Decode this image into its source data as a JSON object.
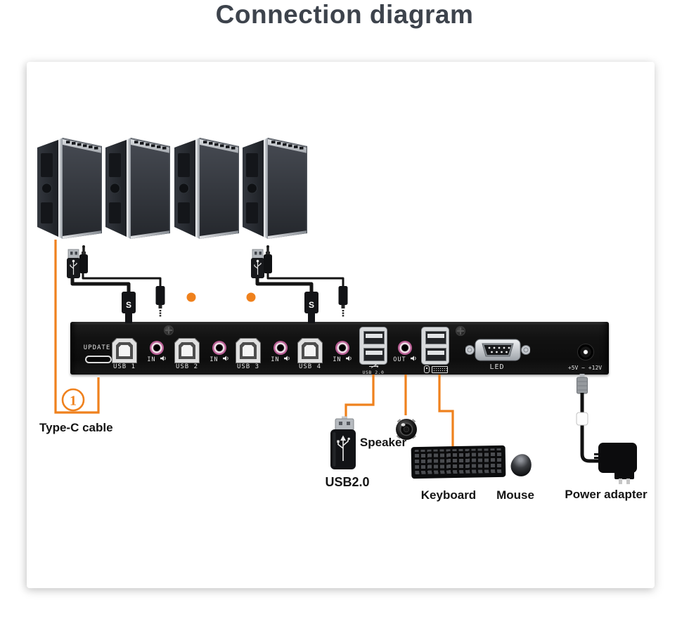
{
  "title": "Connection diagram",
  "colors": {
    "accent_orange": "#ef811d",
    "title_text": "#3d434c",
    "panel_black": "#121212",
    "audio_jack_ring": "#bb5f96"
  },
  "panel": {
    "update_label": "UPDATE",
    "port_groups": [
      {
        "usb": "USB 1",
        "audio": "IN"
      },
      {
        "usb": "USB 2",
        "audio": "IN"
      },
      {
        "usb": "USB 3",
        "audio": "IN"
      },
      {
        "usb": "USB 4",
        "audio": "IN"
      }
    ],
    "usb_hub_label": "USB 2.0",
    "audio_out_label": "OUT",
    "serial_label": "LED",
    "power_label": "+5V ~ +12V"
  },
  "cables": {
    "marking": "S"
  },
  "callouts": {
    "step_number": "1",
    "type_c": "Type-C cable",
    "usb_drive": "USB2.0",
    "speaker": "Speaker",
    "keyboard": "Keyboard",
    "mouse": "Mouse",
    "power_adapter": "Power adapter"
  }
}
